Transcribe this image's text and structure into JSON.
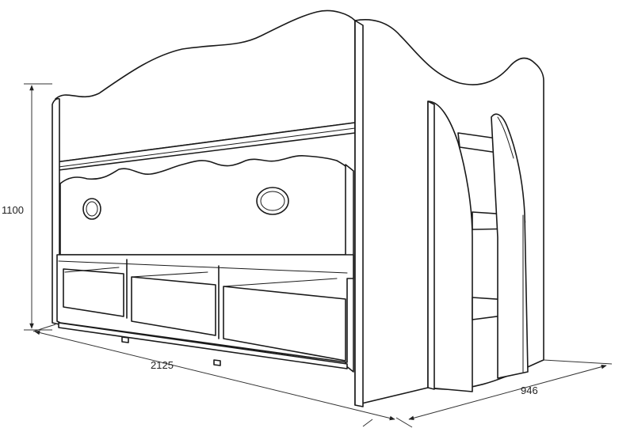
{
  "dimensions": {
    "height": "1100",
    "length": "2125",
    "depth": "946"
  }
}
